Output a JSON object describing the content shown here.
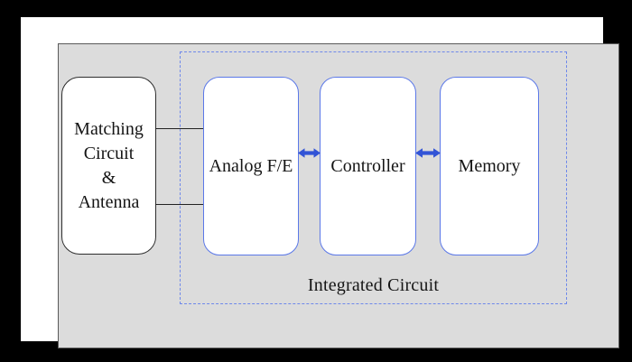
{
  "figure": {
    "group": {
      "label": "Integrated Circuit"
    },
    "blocks": {
      "matching": {
        "lines": [
          "Matching",
          "Circuit",
          "&",
          "Antenna"
        ]
      },
      "analog": {
        "label": "Analog F/E"
      },
      "controller": {
        "label": "Controller"
      },
      "memory": {
        "label": "Memory"
      }
    },
    "connections": {
      "matching_to_analog": "two plain lines",
      "analog_controller": "bidirectional arrow",
      "controller_memory": "bidirectional arrow"
    },
    "colors": {
      "frame_black": "#000000",
      "panel_white": "#ffffff",
      "diagram_background_gray": "#dcdcdc",
      "diagram_border_gray": "#5a5a5a",
      "box_border_black": "#2e2e2e",
      "box_border_blue": "#5b78e8",
      "dashed_border_blue": "#6e88ea",
      "arrow_blue": "#3254d6",
      "text_black": "#151515"
    }
  }
}
